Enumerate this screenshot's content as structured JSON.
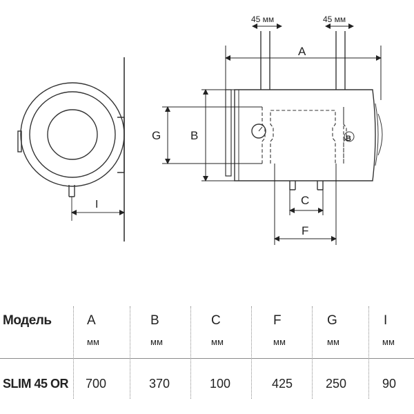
{
  "drawing": {
    "labels": {
      "A": "A",
      "B": "B",
      "C": "C",
      "F": "F",
      "G": "G",
      "I": "I",
      "pipe_left": "45 мм",
      "pipe_right": "45 мм"
    }
  },
  "table": {
    "model_header": "Модель",
    "model_name": "SLIM 45 OR",
    "columns": [
      {
        "letter": "A",
        "unit": "мм",
        "value": "700"
      },
      {
        "letter": "B",
        "unit": "мм",
        "value": "370"
      },
      {
        "letter": "C",
        "unit": "мм",
        "value": "100"
      },
      {
        "letter": "F",
        "unit": "мм",
        "value": "425"
      },
      {
        "letter": "G",
        "unit": "мм",
        "value": "250"
      },
      {
        "letter": "I",
        "unit": "мм",
        "value": "90"
      }
    ]
  }
}
